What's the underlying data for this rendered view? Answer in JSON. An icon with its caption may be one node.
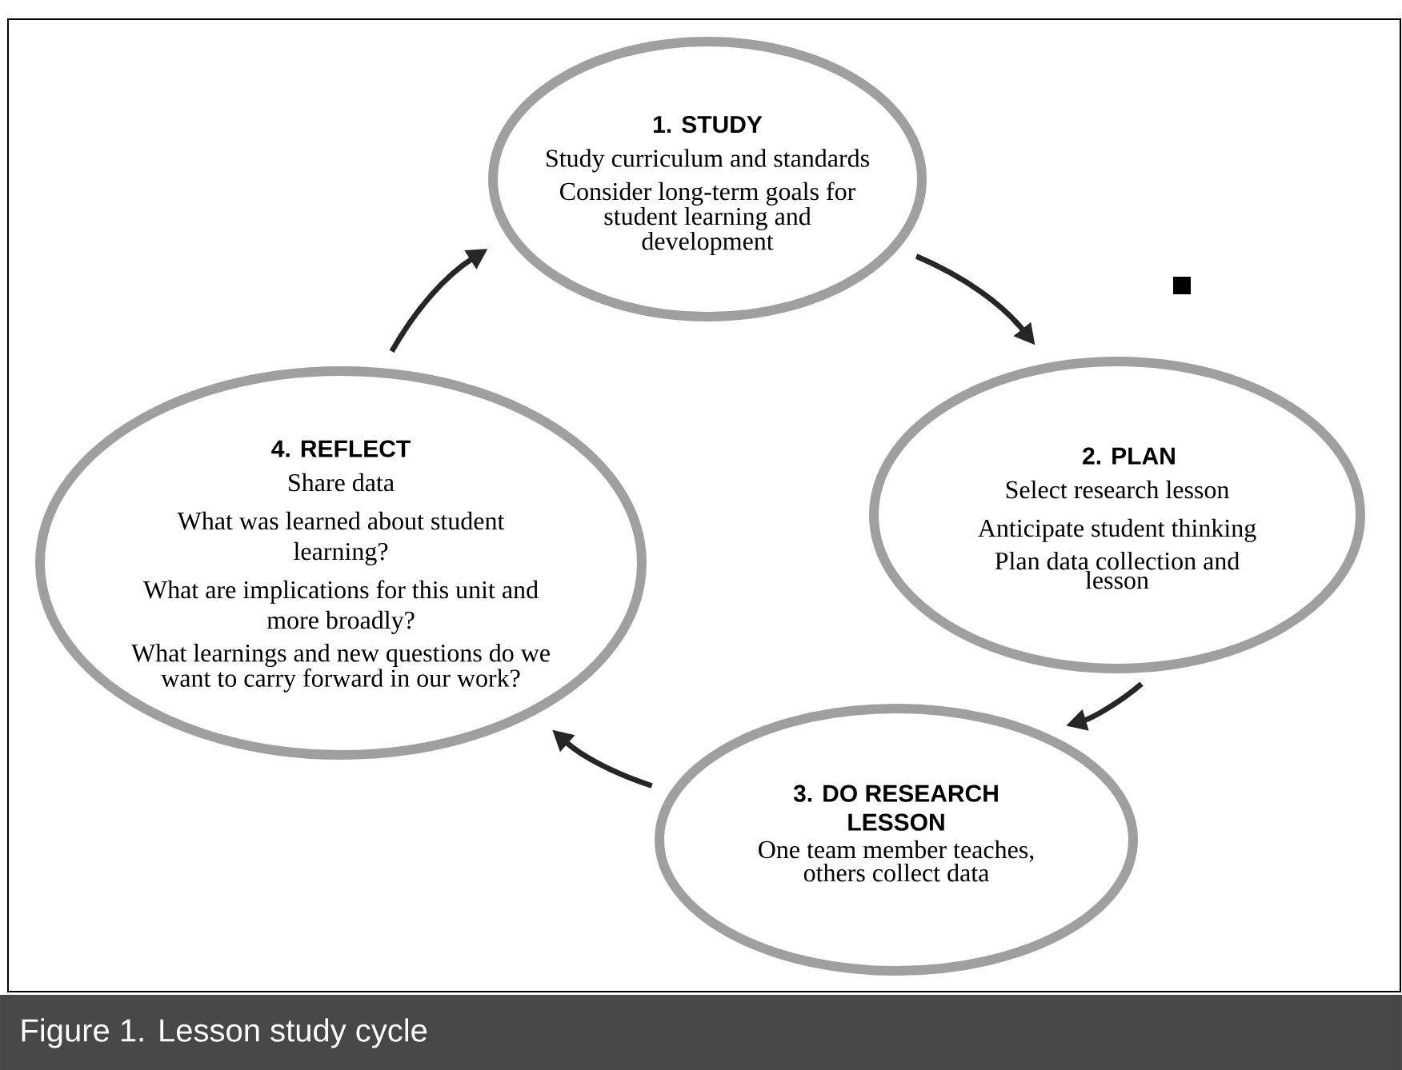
{
  "diagram": {
    "caption": "Figure 1.  Lesson study cycle",
    "nodes": [
      {
        "text": [
          "1. STUDY",
          "Study curriculum and standards",
          "Consider long-term goals for student learning and development"
        ]
      },
      {
        "text": [
          "2. PLAN",
          "Select research lesson",
          "Anticipate student thinking",
          "Plan data collection and lesson"
        ]
      },
      {
        "text": [
          "3. DO RESEARCH LESSON",
          "One team member teaches, others collect data"
        ]
      },
      {
        "text": [
          "4. REFLECT",
          "Share data",
          "What was learned about student learning?",
          "What are implications for this unit and more broadly?",
          "What learnings and new questions do we want to carry forward in our work?"
        ]
      }
    ],
    "edges": [
      {
        "from": 3,
        "to": 0,
        "arrow": "to"
      },
      {
        "from": 0,
        "to": 1,
        "arrow": "to"
      },
      {
        "from": 1,
        "to": 2,
        "arrow": "to"
      },
      {
        "from": 2,
        "to": 3,
        "arrow": "to"
      }
    ]
  }
}
